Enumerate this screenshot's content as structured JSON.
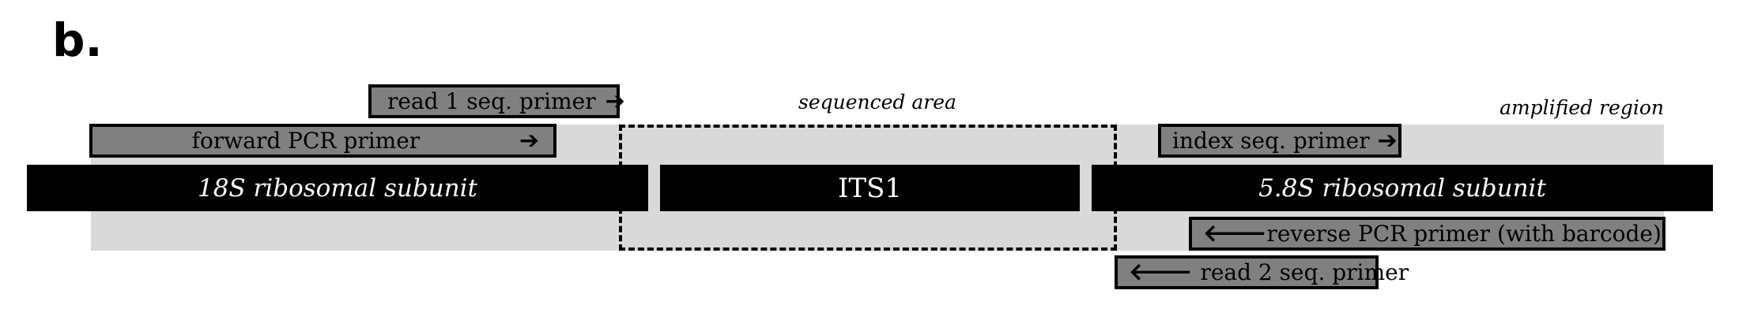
{
  "panel_label": "b.",
  "regions": {
    "amplified_label": "amplified region",
    "sequenced_label": "sequenced area"
  },
  "genes": {
    "ss18": "18S ribosomal subunit",
    "its1": "ITS1",
    "ss58": "5.8S ribosomal subunit"
  },
  "primers": {
    "read1": {
      "label": "read 1 seq. primer",
      "arrow": "➔"
    },
    "forward": {
      "label": "forward PCR primer",
      "arrow": "➔"
    },
    "index": {
      "label": "index seq. primer",
      "arrow": "➔"
    },
    "reverse": {
      "label": "reverse PCR primer (with barcode)",
      "arrow": "🡐"
    },
    "read2": {
      "label": "read 2 seq. primer",
      "arrow": "🡐"
    }
  },
  "colors": {
    "gene_fill": "#000000",
    "amplified_fill": "#d9d9d9",
    "primer_fill": "#808080"
  }
}
